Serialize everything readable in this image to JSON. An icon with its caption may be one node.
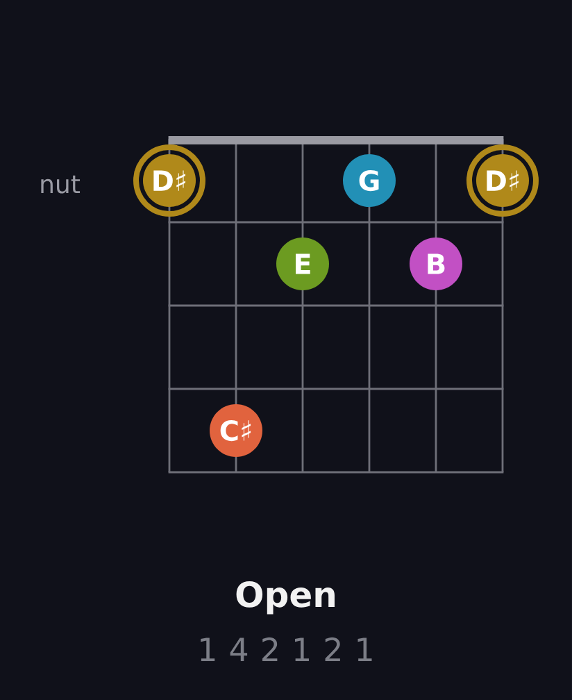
{
  "diagram": {
    "title": "Open",
    "nodes": [
      {
        "text": [
          "D♯"
        ]
      },
      {
        "text": [
          "G"
        ]
      },
      {
        "text": [
          "D♯"
        ]
      },
      {
        "text": [
          "E"
        ]
      },
      {
        "text": [
          "B"
        ]
      },
      {
        "text": [
          "C♯"
        ]
      }
    ],
    "labels": [
      "nut",
      "1 4 2 1 2 1"
    ]
  }
}
